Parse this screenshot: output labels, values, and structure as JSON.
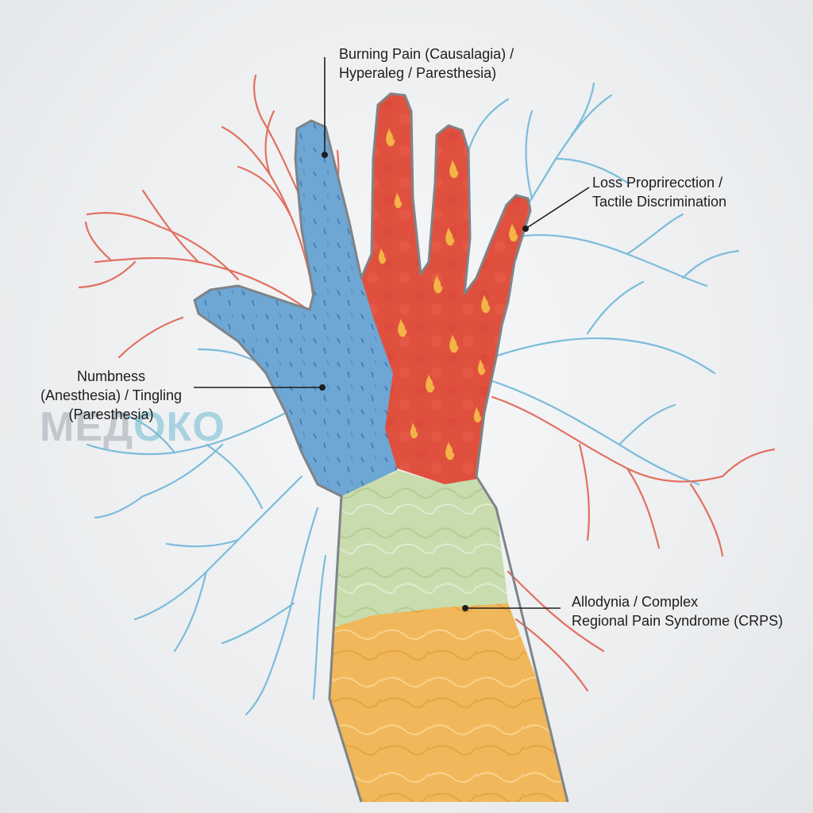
{
  "labels": {
    "burning": {
      "line1": "Burning Pain (Causalagia) /",
      "line2": "Hyperaleg / Paresthesia)"
    },
    "loss": {
      "line1": "Loss Proprirecction /",
      "line2": "Tactile Discrimination"
    },
    "numbness": {
      "line1": "Numbness",
      "line2": "(Anesthesia) / Tingling",
      "line3": "(Paresthesia)"
    },
    "allodynia": {
      "line1": "Allodynia / Complex",
      "line2": "Regional Pain Syndrome (CRPS)"
    }
  },
  "watermark": {
    "text_main": "МЕД",
    "text_accent": "ОКО"
  },
  "colors": {
    "numb_zone": "#6ea6d4",
    "burning_zone": "#e0503e",
    "allodynia_zone": "#c8dcae",
    "crps_zone": "#f0b85a",
    "nerve_red": "#e2705f",
    "nerve_blue": "#7cbcdc",
    "flame": "#f4b44a",
    "outline": "#7f8488"
  },
  "icons": {
    "flame": "flame-icon",
    "pointer": "leader-line"
  }
}
